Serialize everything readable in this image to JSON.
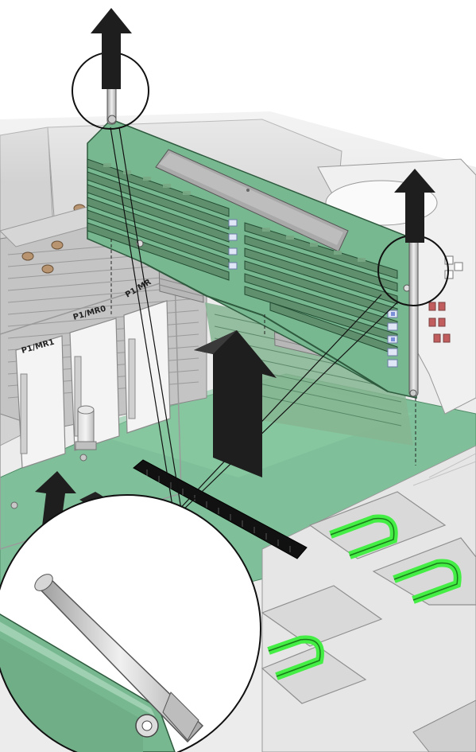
{
  "slot_labels": {
    "p1_mr1": "P1/MR1",
    "p1_mr0": "P1/MR0",
    "p1_mr_partial": "P1/MR"
  },
  "colors": {
    "board": "#7fc09a",
    "board_dark": "#5a9c76",
    "riser_board": "#78b890",
    "dimm": "#5f8f6c",
    "heatsink": "#b7b7b7",
    "chassis": "#e4e4e4",
    "arrow": "#1e1e1e",
    "fan_handle": "#44ee44",
    "callout_stroke": "#222222"
  },
  "icons": [
    "up-arrow-icon",
    "lever-icon",
    "magnify-callout-icon"
  ]
}
